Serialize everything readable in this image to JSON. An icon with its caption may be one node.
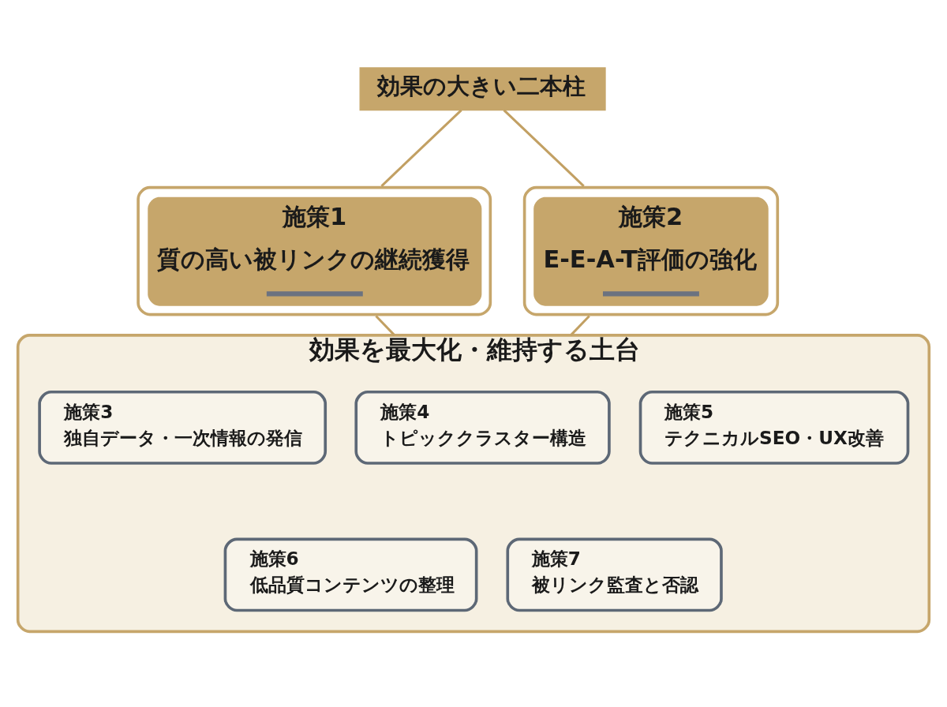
{
  "diagram": {
    "nodes": [
      {
        "text": [
          "効果の大きい二本柱"
        ]
      },
      {
        "text": [
          "施策1",
          "質の高い被リンクの継続獲得"
        ]
      },
      {
        "text": [
          "施策2",
          "E-E-A-T評価の強化"
        ]
      },
      {
        "text": [
          "効果を最大化・維持する土台"
        ]
      },
      {
        "text": [
          "施策3",
          "独自データ・一次情報の発信"
        ],
        "in": 3
      },
      {
        "text": [
          "施策4",
          "トピッククラスター構造"
        ],
        "in": 3
      },
      {
        "text": [
          "施策5",
          "テクニカルSEO・UX改善"
        ],
        "in": 3
      },
      {
        "text": [
          "施策6",
          "低品質コンテンツの整理"
        ],
        "in": 3
      },
      {
        "text": [
          "施策7",
          "被リンク監査と否認"
        ],
        "in": 3
      }
    ],
    "edges": [
      {
        "from": 0,
        "to": 1,
        "arrow": "none"
      },
      {
        "from": 0,
        "to": 2,
        "arrow": "none"
      },
      {
        "from": 1,
        "to": 3,
        "arrow": "none"
      },
      {
        "from": 2,
        "to": 3,
        "arrow": "none"
      }
    ]
  }
}
